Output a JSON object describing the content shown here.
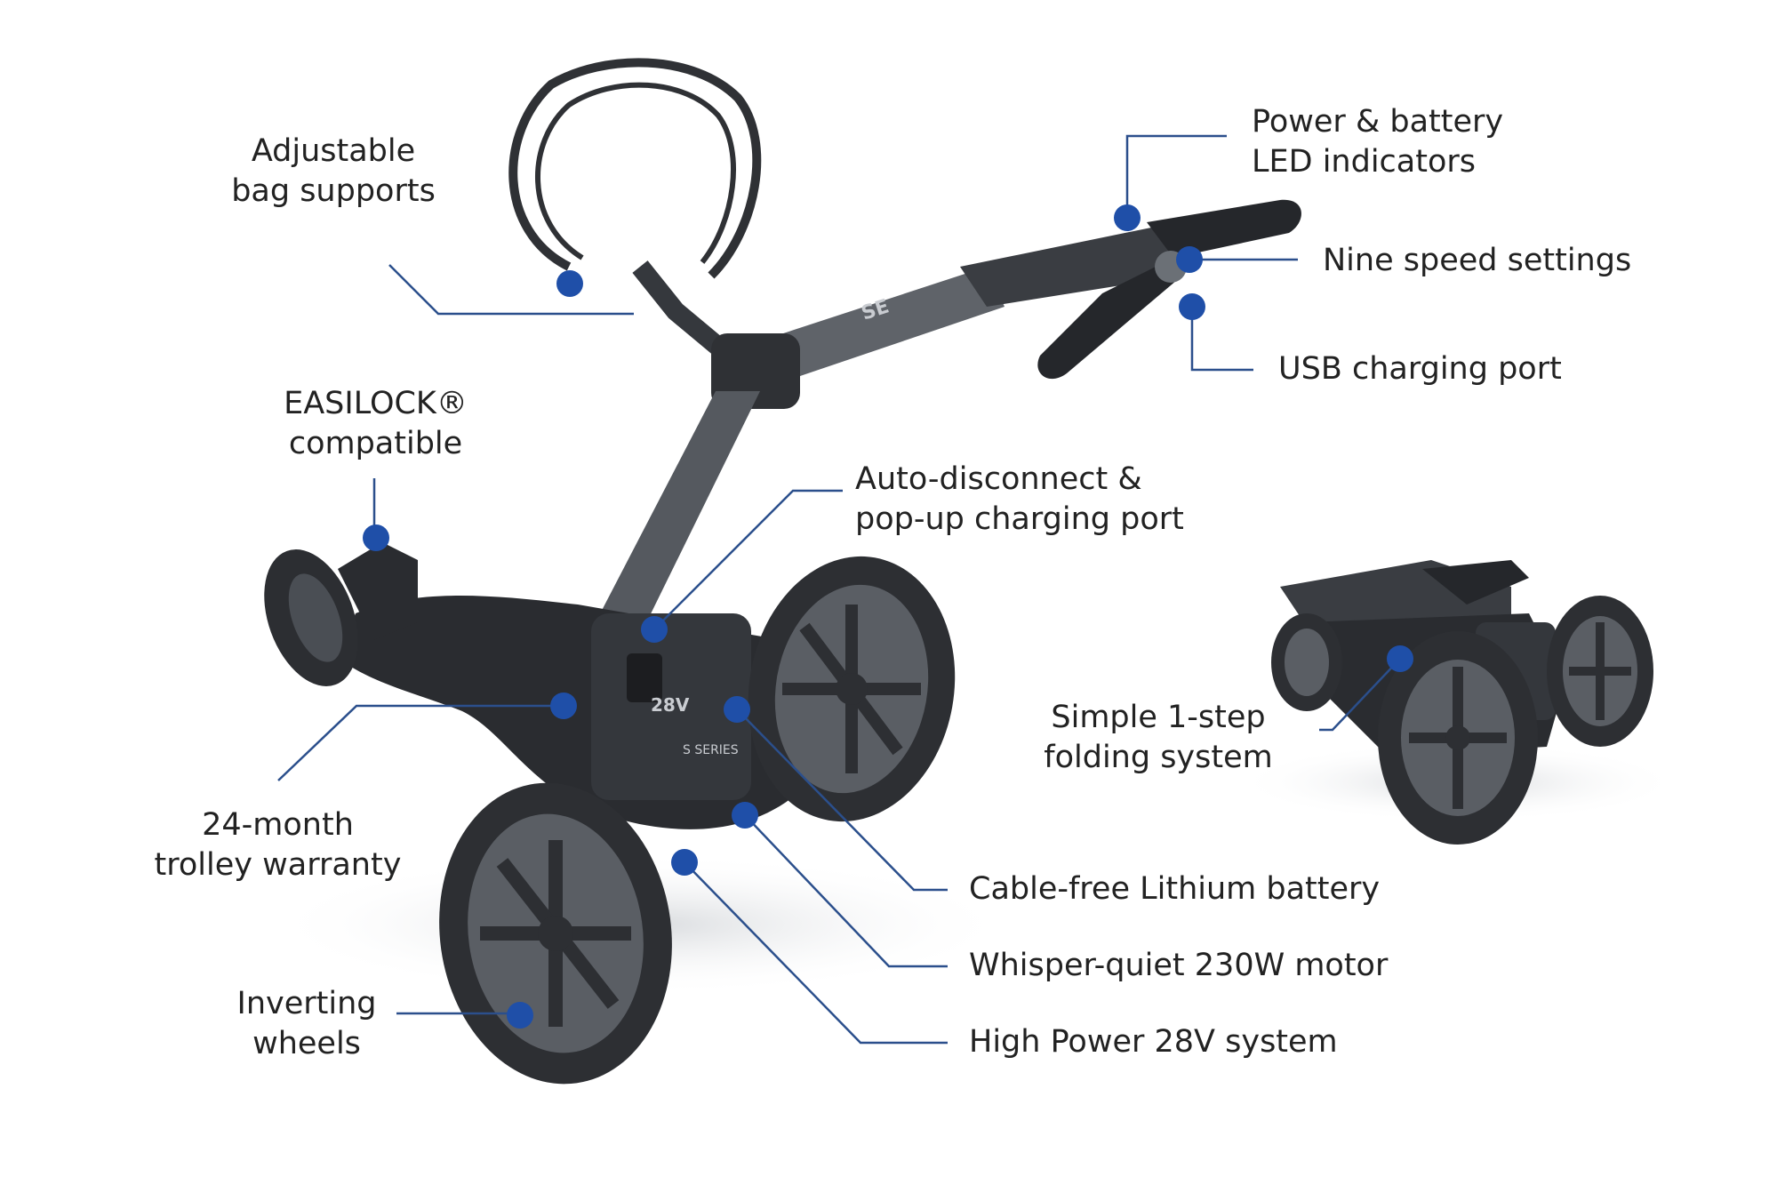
{
  "colors": {
    "background": "#ffffff",
    "text": "#222222",
    "callout_line": "#2b4f8c",
    "callout_dot": "#1f4fa8",
    "trolley_dark": "#2a2c30",
    "trolley_mid": "#45484e",
    "frame_grey": "#5f6369"
  },
  "product": {
    "handle_badge": "SE",
    "body_badge": "28V",
    "series_badge": "S SERIES"
  },
  "labels": {
    "bag_supports": [
      "Adjustable",
      "bag supports"
    ],
    "easilock": [
      "EASILOCK®",
      "compatible"
    ],
    "warranty": [
      "24-month",
      "trolley warranty"
    ],
    "inverting_wheels": [
      "Inverting",
      "wheels"
    ],
    "led_indicators": [
      "Power & battery",
      "LED indicators"
    ],
    "speed_settings": [
      "Nine speed settings"
    ],
    "usb_port": [
      "USB charging port"
    ],
    "auto_disconnect": [
      "Auto-disconnect &",
      "pop-up charging port"
    ],
    "folding_system": [
      "Simple 1-step",
      "folding system"
    ],
    "lithium_battery": [
      "Cable-free Lithium battery"
    ],
    "motor": [
      "Whisper-quiet 230W motor"
    ],
    "power_system": [
      "High Power 28V system"
    ]
  }
}
